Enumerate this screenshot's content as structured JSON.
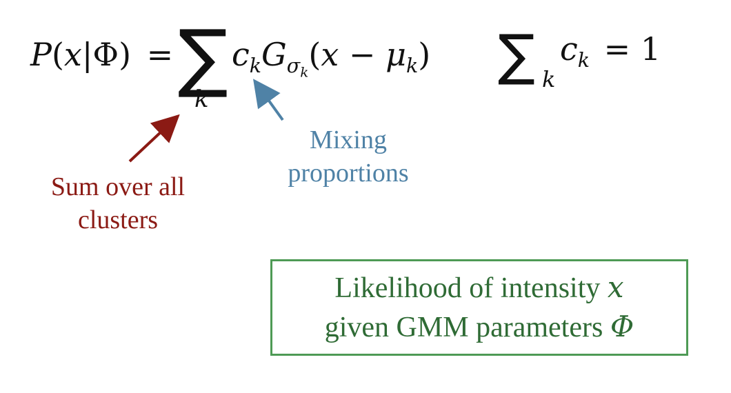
{
  "formula": {
    "lhs_P": "P",
    "lhs_open": "(",
    "lhs_x": "x",
    "lhs_bar": "|",
    "lhs_phi": "Φ",
    "lhs_close": ")",
    "equals": "=",
    "sum_symbol": "∑",
    "sum_index": "k",
    "c": "c",
    "c_sub": "k",
    "G": "G",
    "G_sub_sigma": "σ",
    "G_sub_k": "k",
    "arg_open": "(",
    "arg_x": "x",
    "arg_minus": " − ",
    "arg_mu": "μ",
    "arg_mu_sub": "k",
    "arg_close": ")"
  },
  "constraint": {
    "sum_symbol": "∑",
    "sum_index": "k",
    "c": "c",
    "c_sub": "k",
    "equals": "=",
    "value": "1"
  },
  "annotations": {
    "sum_label_line1": "Sum over all",
    "sum_label_line2": "clusters",
    "mixing_label_line1": "Mixing",
    "mixing_label_line2": "proportions",
    "sum_color": "#8b1a14",
    "mixing_color": "#4f82a6"
  },
  "callout": {
    "line1_text": "Likelihood of intensity ",
    "line1_var": "x",
    "line2_text": "given GMM parameters ",
    "line2_var": "Φ",
    "border_color": "#4e9a55",
    "text_color": "#2f6b35"
  }
}
